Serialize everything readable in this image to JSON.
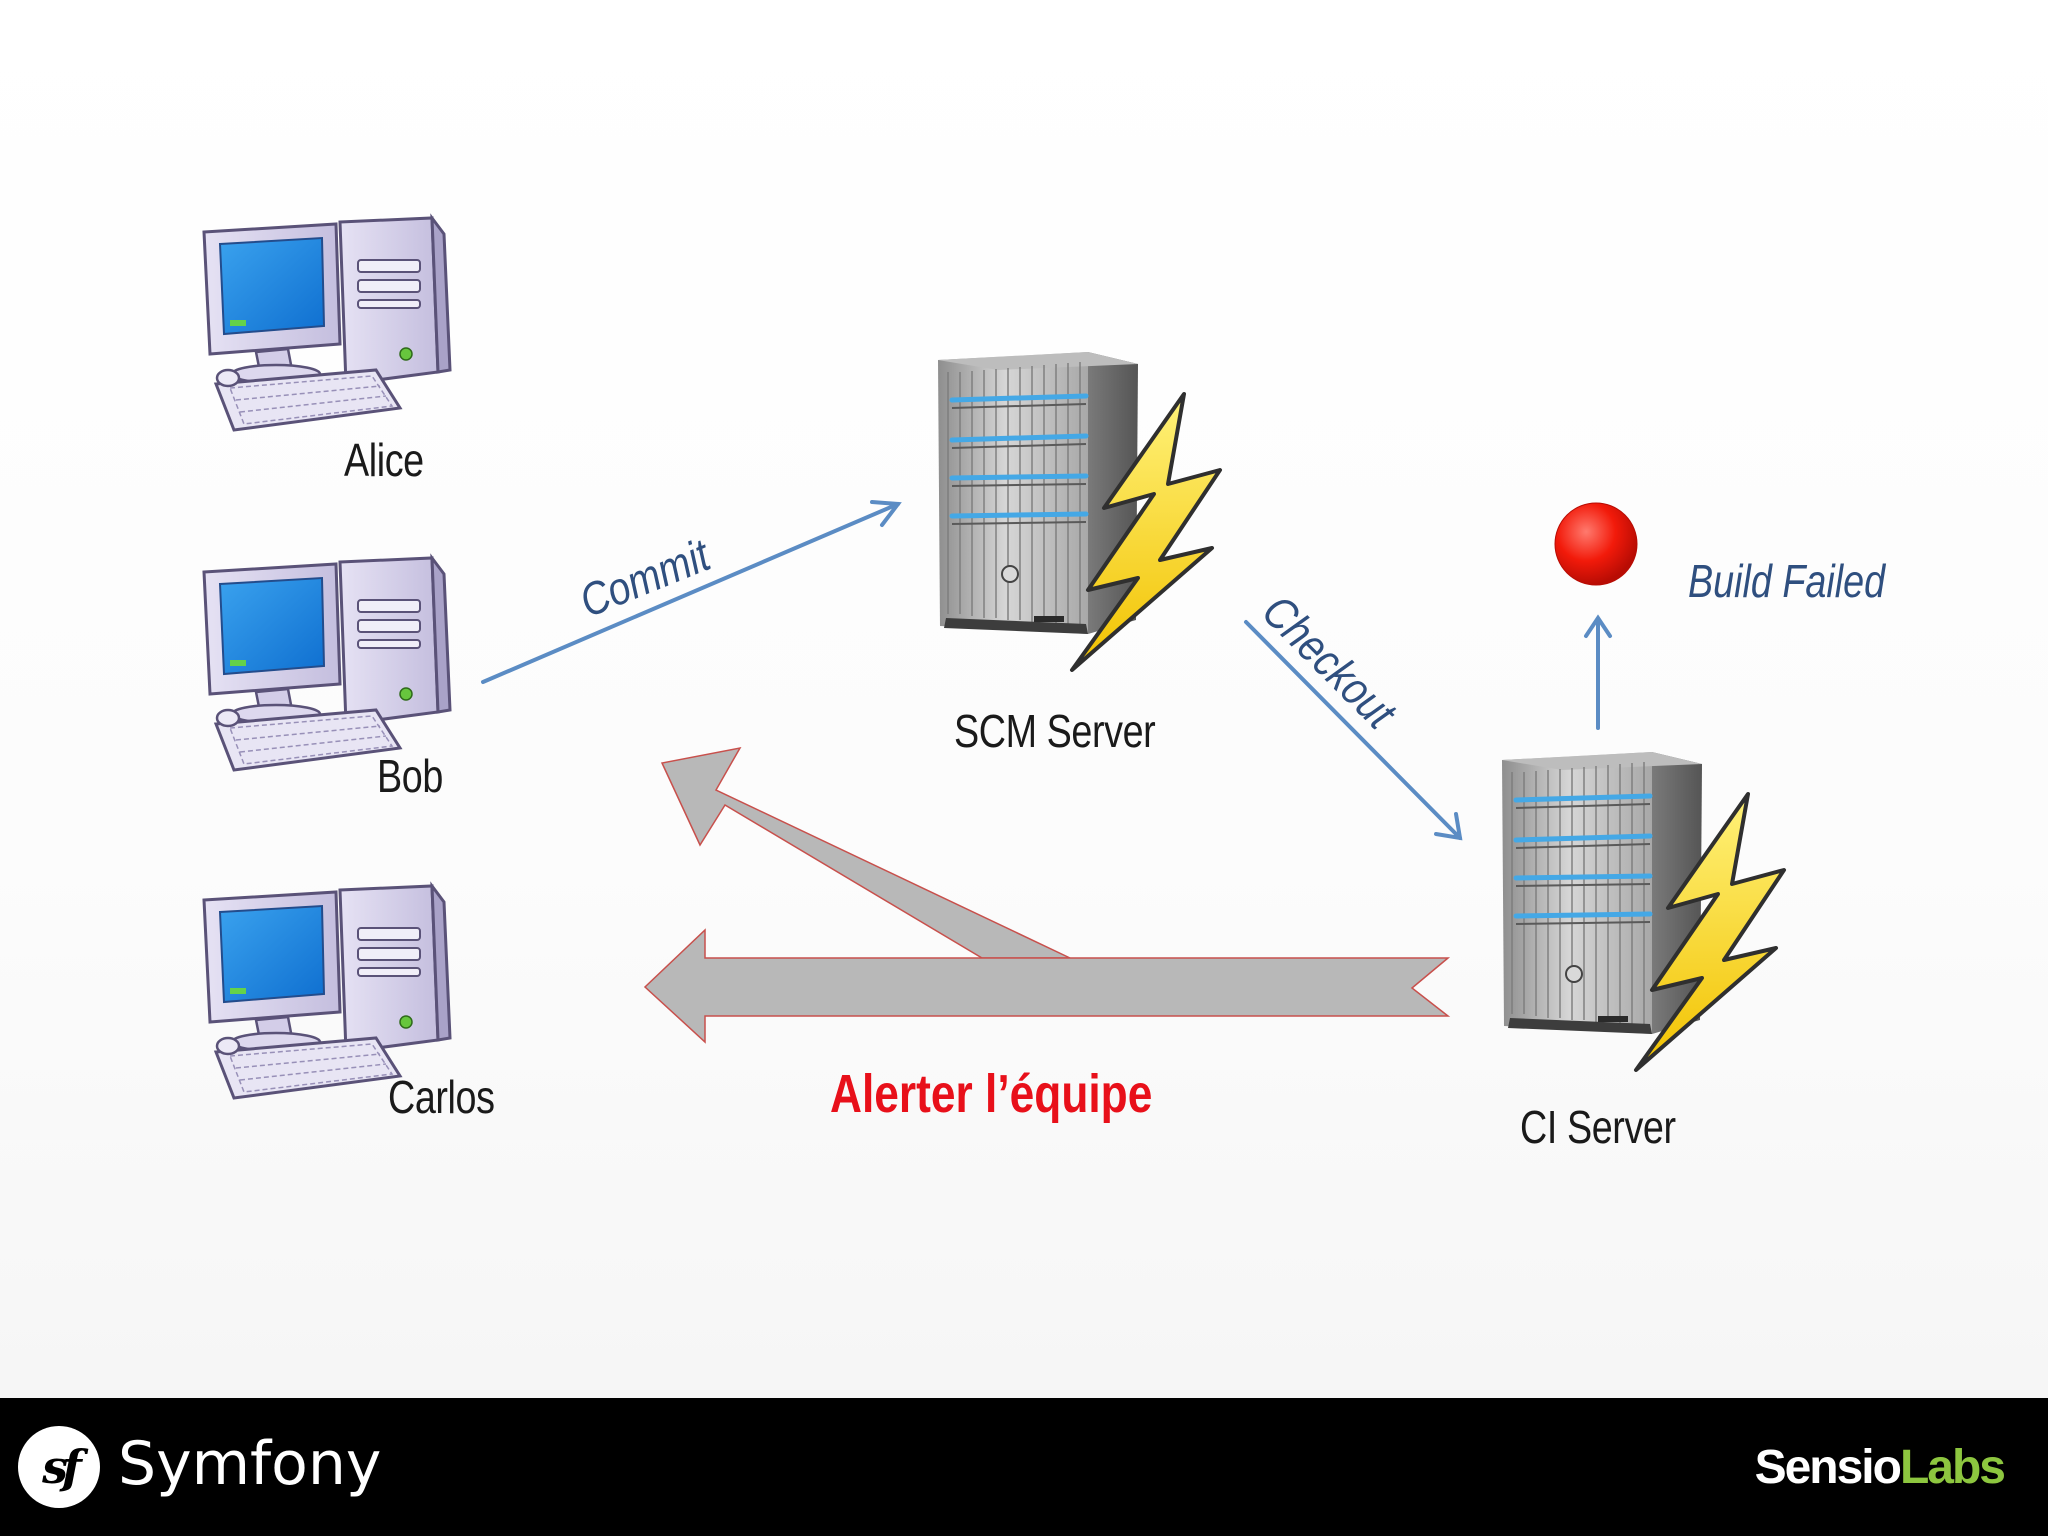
{
  "nodes": {
    "alice": "Alice",
    "bob": "Bob",
    "carlos": "Carlos",
    "scm_server": "SCM Server",
    "ci_server": "CI Server"
  },
  "flows": {
    "commit": "Commit",
    "checkout": "Checkout",
    "build_failed": "Build Failed",
    "alert": "Alerter l’équipe"
  },
  "footer": {
    "symfony_logo": "sf",
    "symfony": "Symfony",
    "sensio_part1": "Sensio",
    "sensio_part2": "Labs"
  },
  "colors": {
    "flow_arrow": "#5b8cc4",
    "alert_text": "#e8101a",
    "status_failed": "#e8101a",
    "footer_background": "#000000",
    "labs_green": "#8dc63f"
  }
}
